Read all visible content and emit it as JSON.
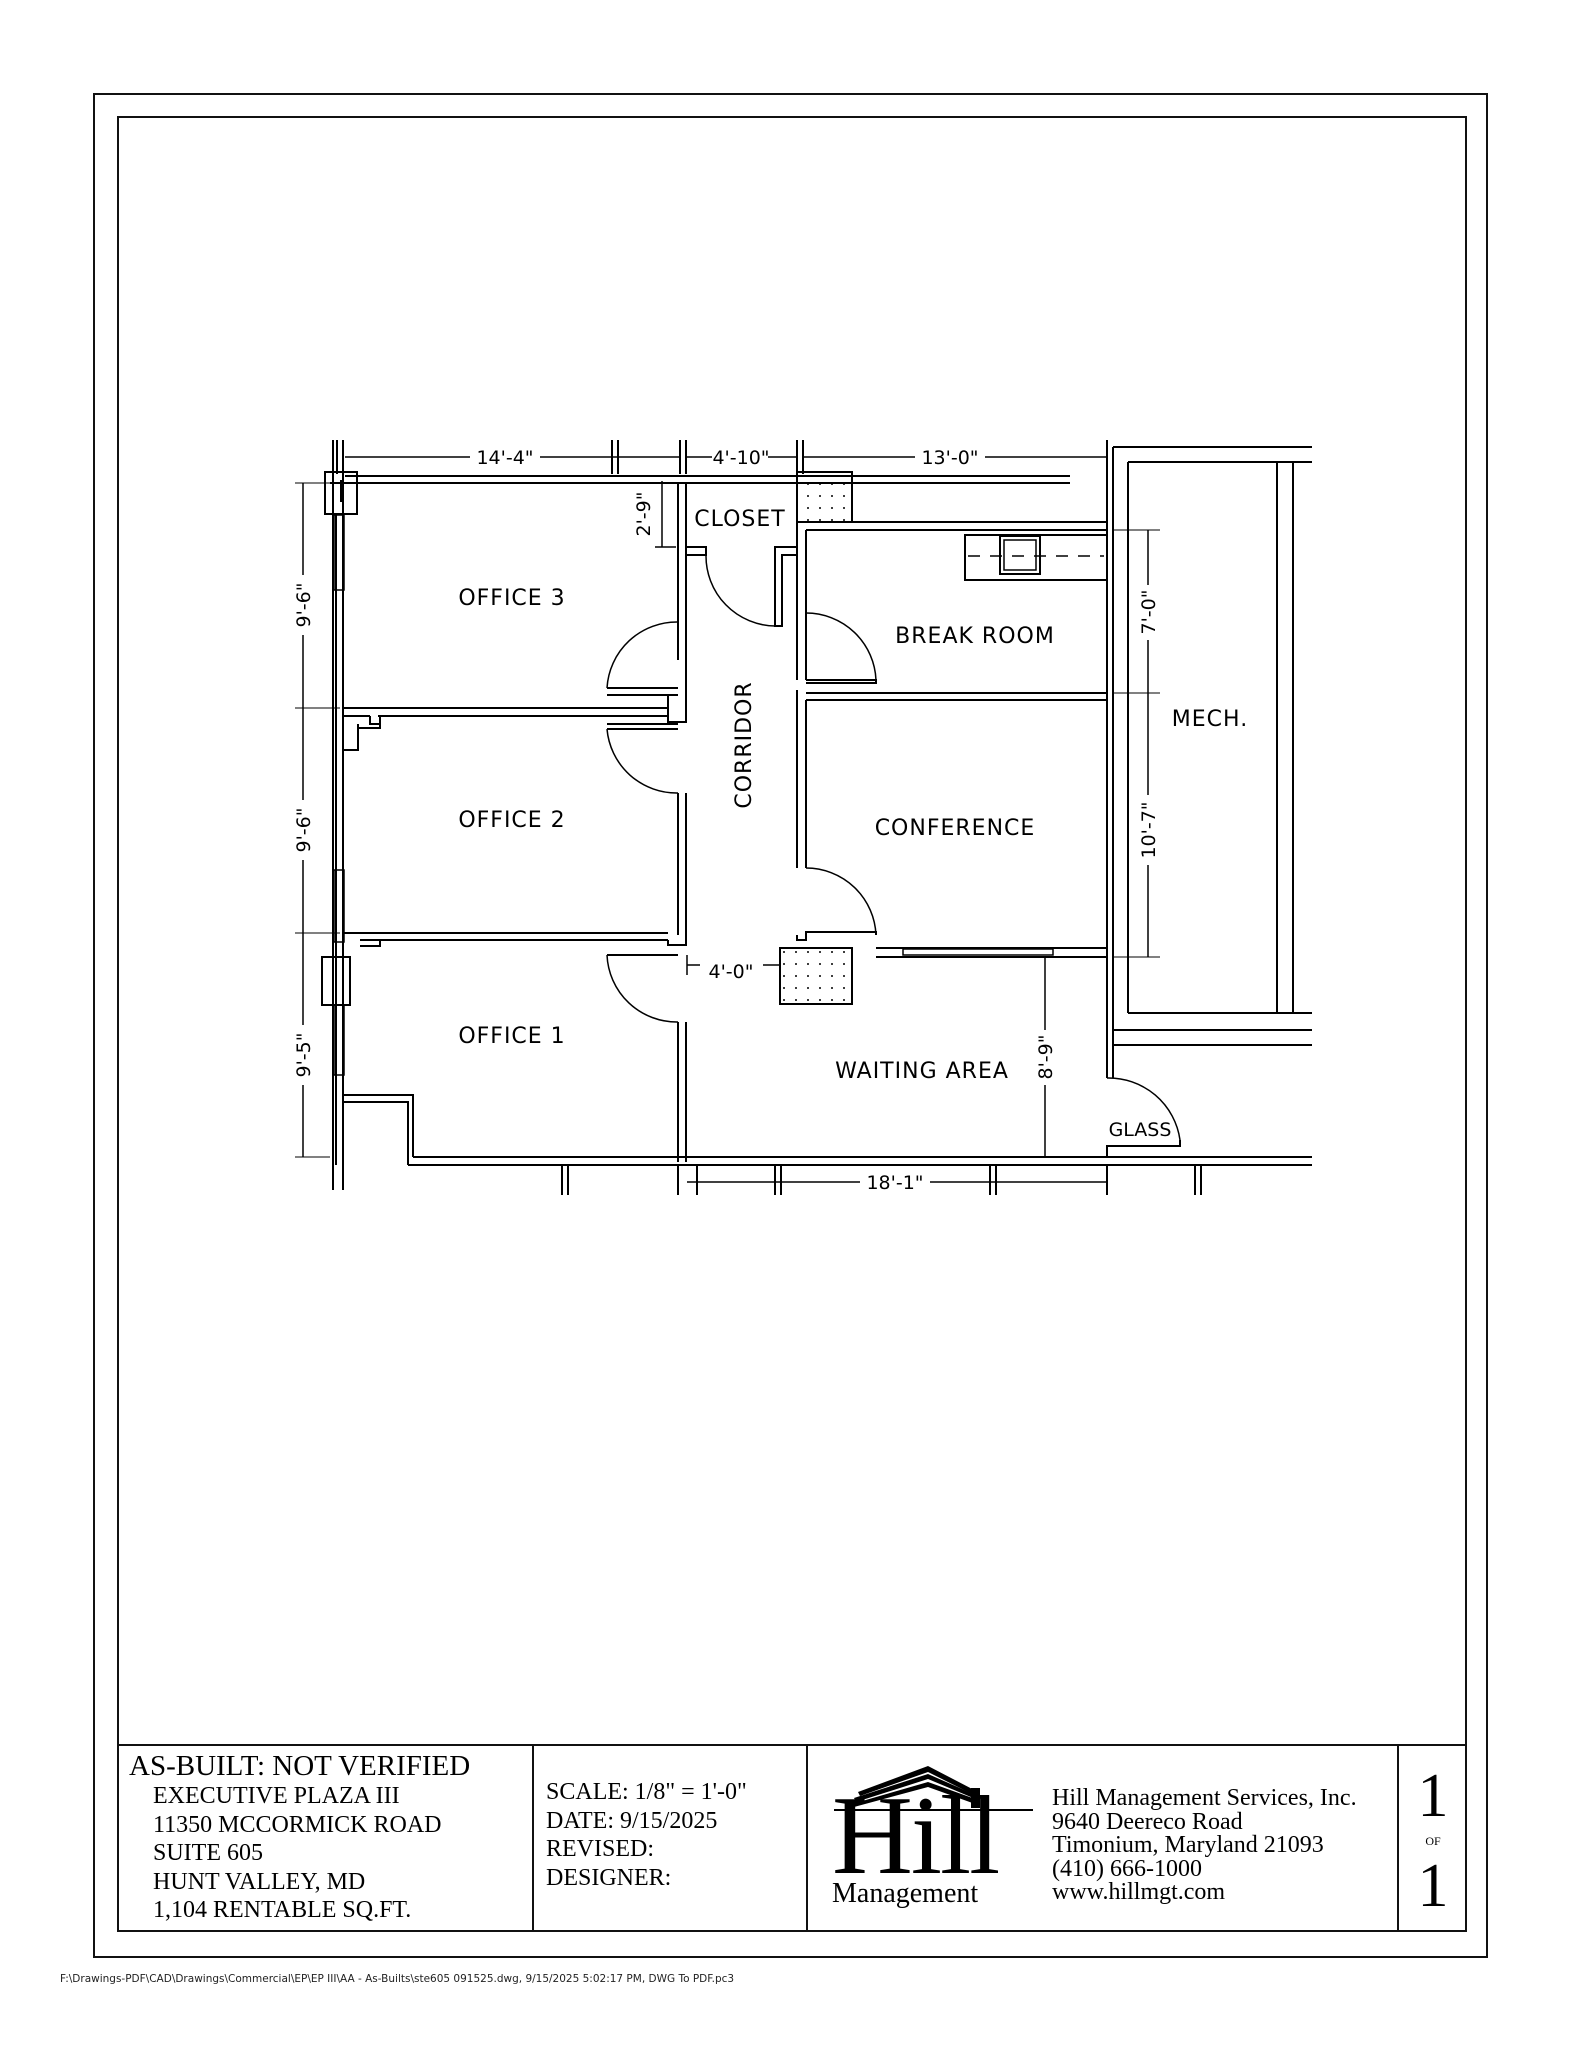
{
  "floor_plan": {
    "rooms": [
      {
        "id": "office-3",
        "label": "OFFICE 3"
      },
      {
        "id": "office-2",
        "label": "OFFICE 2"
      },
      {
        "id": "office-1",
        "label": "OFFICE 1"
      },
      {
        "id": "closet",
        "label": "CLOSET"
      },
      {
        "id": "corridor",
        "label": "CORRIDOR"
      },
      {
        "id": "break-room",
        "label": "BREAK ROOM"
      },
      {
        "id": "conference",
        "label": "CONFERENCE"
      },
      {
        "id": "mech",
        "label": "MECH."
      },
      {
        "id": "waiting-area",
        "label": "WAITING AREA"
      }
    ],
    "door_labels": {
      "glass": "GLASS"
    },
    "dimensions": {
      "office_width_top": "14'-4\"",
      "closet_width_top": "4'-10\"",
      "break_room_width_top": "13'-0\"",
      "closet_depth": "2'-9\"",
      "office_3_height": "9'-6\"",
      "office_2_height": "9'-6\"",
      "office_1_height": "9'-5\"",
      "break_room_height": "7'-0\"",
      "conference_height": "10'-7\"",
      "corridor_width": "4'-0\"",
      "waiting_area_depth": "8'-9\"",
      "waiting_area_width_bottom": "18'-1\""
    }
  },
  "title_block": {
    "status": "AS-BUILT: NOT VERIFIED",
    "project_lines": [
      "EXECUTIVE PLAZA III",
      "11350 MCCORMICK ROAD",
      "SUITE 605",
      "HUNT VALLEY, MD",
      "1,104 RENTABLE SQ.FT."
    ],
    "meta": {
      "scale": "SCALE: 1/8\" = 1'-0\"",
      "date": "DATE: 9/15/2025",
      "revised": "REVISED:",
      "designer": "DESIGNER:"
    },
    "logo": {
      "word": "Hill",
      "subword": "Management"
    },
    "company": {
      "name": "Hill Management Services, Inc.",
      "street": "9640 Deereco Road",
      "city": "Timonium, Maryland  21093",
      "phone": "(410) 666-1000",
      "website": "www.hillmgt.com"
    },
    "sheet": {
      "number": "1",
      "of_label": "OF",
      "total": "1"
    }
  },
  "footer": {
    "file_path": "F:\\Drawings-PDF\\CAD\\Drawings\\Commercial\\EP\\EP III\\AA - As-Builts\\ste605 091525.dwg, 9/15/2025 5:02:17 PM, DWG To PDF.pc3"
  }
}
